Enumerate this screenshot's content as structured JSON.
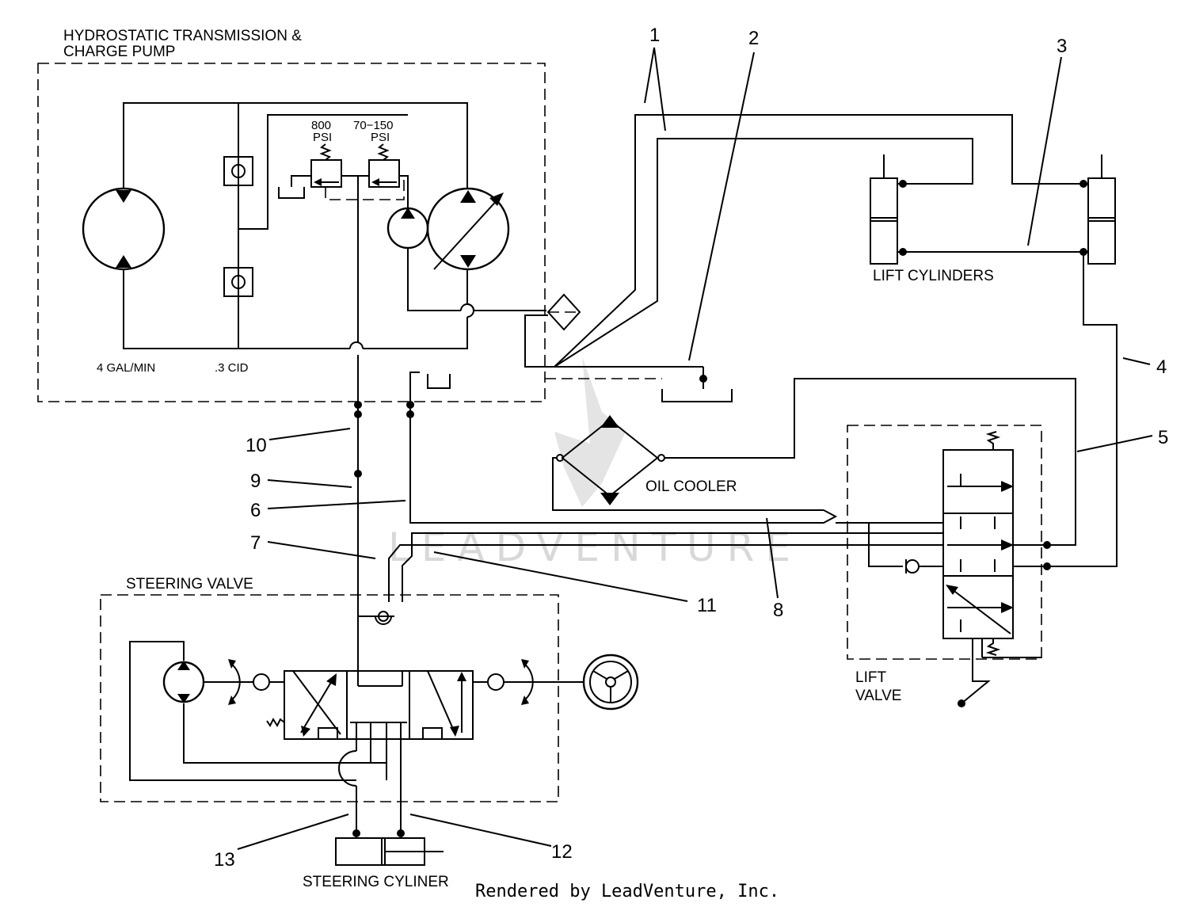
{
  "labels": {
    "hydro_line1": "HYDROSTATIC TRANSMISSION &",
    "hydro_line2": "CHARGE PUMP",
    "psi800_value": "800",
    "psi800_unit": "PSI",
    "psi70_value": "70−150",
    "psi70_unit": "PSI",
    "flow": "4 GAL/MIN",
    "cid": ".3 CID",
    "lift_cylinders": "LIFT CYLINDERS",
    "oil_cooler": "OIL COOLER",
    "steering_valve": "STEERING VALVE",
    "lift_valve_line1": "LIFT",
    "lift_valve_line2": "VALVE",
    "steering_cylinder": "STEERING CYLINER",
    "credit": "Rendered by LeadVenture, Inc.",
    "watermark": "LEADVENTURE"
  },
  "callouts": [
    "1",
    "2",
    "3",
    "4",
    "5",
    "6",
    "7",
    "8",
    "9",
    "10",
    "11",
    "12",
    "13"
  ]
}
